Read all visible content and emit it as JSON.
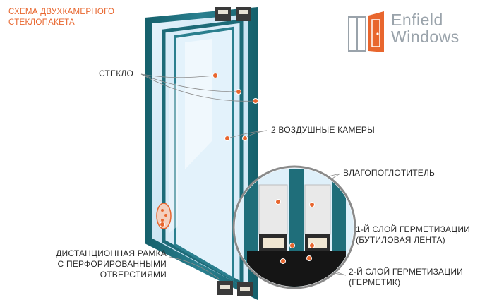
{
  "title": {
    "line1": "СХЕМА ДВУХКАМЕРНОГО",
    "line2": "СТЕКЛОПАКЕТА"
  },
  "brand": {
    "line1": "Enfield",
    "line2": "Windows",
    "logo_icon": "door-logo-icon",
    "logo_color": "#e8662e"
  },
  "labels": {
    "glass": "СТЕКЛО",
    "air_chambers": "2 ВОЗДУШНЫЕ КАМЕРЫ",
    "desiccant": "ВЛАГОПОГЛОТИТЕЛЬ",
    "seal1_line1": "1-Й СЛОЙ ГЕРМЕТИЗАЦИИ",
    "seal1_line2": "(БУТИЛОВАЯ ЛЕНТА)",
    "seal2_line1": "2-Й СЛОЙ ГЕРМЕТИЗАЦИИ",
    "seal2_line2": "(ГЕРМЕТИК)",
    "spacer_line1": "ДИСТАНЦИОННАЯ РАМКА",
    "spacer_line2": "С ПЕРФОРИРОВАННЫМИ",
    "spacer_line3": "ОТВЕРСТИЯМИ"
  },
  "colors": {
    "accent": "#e8662e",
    "frame": "#1f6e7a",
    "glass": "#cfe7f4",
    "text": "#2b2b2b"
  }
}
